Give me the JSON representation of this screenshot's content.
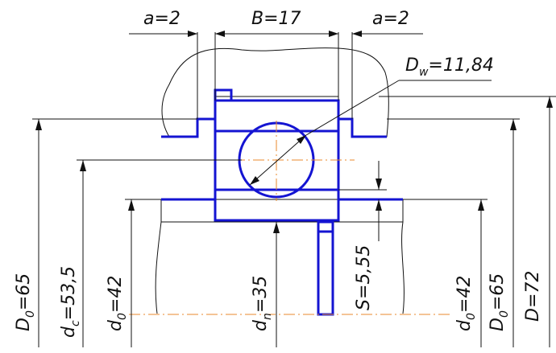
{
  "labels": {
    "a_left": "a=2",
    "b_width": "B=17",
    "a_right": "a=2",
    "dw_letter": "D",
    "dw_sub": "w",
    "dw_value": "=11,84",
    "d0_outer_left_letter": "D",
    "d0_outer_left_sub": "0",
    "d0_outer_left_value": "=65",
    "dc_letter": "d",
    "dc_sub": "c",
    "dc_value": "=53,5",
    "d0_inner_left_letter": "d",
    "d0_inner_left_sub": "0",
    "d0_inner_left_value": "=42",
    "dn_letter": "d",
    "dn_sub": "n",
    "dn_value": "=35",
    "s_value": "S=5,55",
    "d0_inner_right_letter": "d",
    "d0_inner_right_sub": "0",
    "d0_inner_right_value": "=42",
    "d0_outer_right_letter": "D",
    "d0_outer_right_sub": "0",
    "d0_outer_right_value": "=65",
    "d_outer": "D=72"
  },
  "colors": {
    "outline": "#1414d2",
    "centerline": "#e8892c",
    "line": "#111111"
  }
}
